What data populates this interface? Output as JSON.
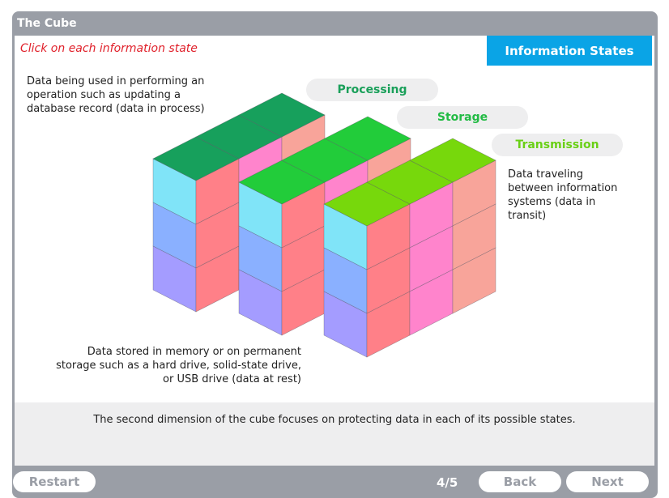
{
  "window": {
    "title": "The Cube"
  },
  "instruction": "Click on each information state",
  "header": {
    "label": "Information States"
  },
  "states": [
    {
      "id": "processing",
      "label": "Processing",
      "color": "#1aa05a"
    },
    {
      "id": "storage",
      "label": "Storage",
      "color": "#22bb44"
    },
    {
      "id": "transmission",
      "label": "Transmission",
      "color": "#6ad016"
    }
  ],
  "descriptions": {
    "processing": [
      "Data being used in performing an",
      "operation such as updating a",
      "database record (data in process)"
    ],
    "transmission": [
      "Data traveling",
      "between information",
      "systems (data in",
      "transit)"
    ],
    "storage": [
      "Data stored in memory or on permanent",
      "storage such as a hard drive, solid-state drive,",
      "or USB drive (data at rest)"
    ]
  },
  "footer_text": "The second dimension of the cube focuses on protecting data in each of its possible states.",
  "nav": {
    "restart": "Restart",
    "page": "4/5",
    "back": "Back",
    "next": "Next"
  },
  "colors": {
    "top_processing": "#17a05c",
    "top_storage": "#22cc3a",
    "top_transmission": "#77d80c",
    "front_cyan": "#80e4f8",
    "front_blue": "#8ab0ff",
    "front_purple": "#a49cff",
    "side_red": "#ff8088",
    "side_pink": "#ff84cc",
    "side_salmon": "#f8a49a"
  }
}
